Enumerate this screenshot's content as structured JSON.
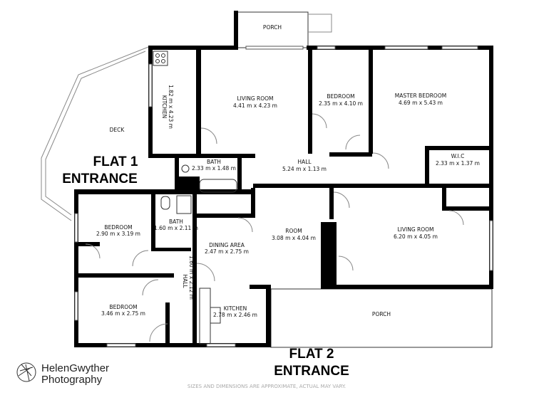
{
  "rooms": {
    "porch_top": {
      "name": "PORCH"
    },
    "kitchen_1": {
      "name": "KITCHEN",
      "size": "1.82 m x 4.23 m"
    },
    "living_1": {
      "name": "LIVING ROOM",
      "size": "4.41 m x 4.23 m"
    },
    "bedroom_1": {
      "name": "BEDROOM",
      "size": "2.35 m x 4.10 m"
    },
    "master": {
      "name": "MASTER BEDROOM",
      "size": "4.69 m x 5.43 m"
    },
    "deck": {
      "name": "DECK"
    },
    "bath_1": {
      "name": "BATH",
      "size": "2.33 m x 1.48 m"
    },
    "hall_1": {
      "name": "HALL",
      "size": "5.24 m x 1.13 m"
    },
    "wic": {
      "name": "W.I.C",
      "size": "2.33 m x 1.37 m"
    },
    "bedroom_2": {
      "name": "BEDROOM",
      "size": "2.90 m x 3.19 m"
    },
    "bath_2": {
      "name": "BATH",
      "size": "1.60 m x 2.11 m"
    },
    "dining": {
      "name": "DINING AREA",
      "size": "2.47 m x 2.75 m"
    },
    "room": {
      "name": "ROOM",
      "size": "3.08 m x 4.04 m"
    },
    "living_2": {
      "name": "LIVING ROOM",
      "size": "6.20 m x 4.05 m"
    },
    "hall_2": {
      "name": "HALL",
      "size": "1.60 m x 2.12 m"
    },
    "bedroom_3": {
      "name": "BEDROOM",
      "size": "3.46 m x 2.75 m"
    },
    "kitchen_2": {
      "name": "KITCHEN",
      "size": "2.78 m x 2.46 m"
    },
    "porch_bottom": {
      "name": "PORCH"
    }
  },
  "entrances": {
    "flat1_line1": "FLAT 1",
    "flat1_line2": "ENTRANCE",
    "flat2_line1": "FLAT 2",
    "flat2_line2": "ENTRANCE"
  },
  "branding": {
    "line1": "HelenGwyther",
    "line2": "Photography"
  },
  "disclaimer": "SIZES AND DIMENSIONS ARE APPROXIMATE, ACTUAL MAY VARY."
}
